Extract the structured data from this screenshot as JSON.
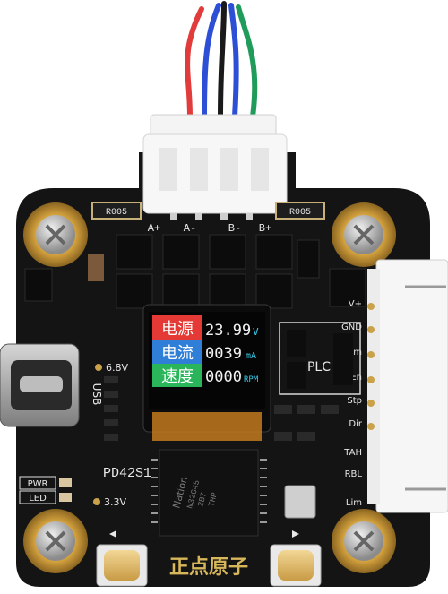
{
  "board": {
    "model": "PD42S1",
    "brand": "正点原子",
    "usb": "USB",
    "pwr": "PWR",
    "led": "LED",
    "v68": "6.8V",
    "v33": "3.3V",
    "plc": "PLC",
    "r_left": "R005",
    "r_right": "R005",
    "motor_pins": [
      "A+",
      "A-",
      "B-",
      "B+"
    ],
    "side_pins": [
      "V+",
      "GND",
      "Com",
      "En",
      "Stp",
      "Dir"
    ],
    "tah": "TAH",
    "rbl": "RBL",
    "lim": "Lim",
    "chip_brand": "Nation",
    "chip_lines": [
      "N32G45",
      "2B7",
      "THP"
    ]
  },
  "lcd": {
    "rows": [
      {
        "label": "电源",
        "value": "23.99",
        "unit": "V"
      },
      {
        "label": "电流",
        "value": "0039",
        "unit": "mA"
      },
      {
        "label": "速度",
        "value": "0000",
        "unit": "RPM"
      }
    ],
    "colors": {
      "row1": "#e53935",
      "row2": "#2f7fd8",
      "row3": "#2bb55a",
      "value": "#f2f2f2",
      "unit": "#35c9e8"
    }
  },
  "wire_colors": [
    "#e23b3b",
    "#2c4fd6",
    "#1a1a1a",
    "#1f9b5a"
  ],
  "pcb_color": "#141414"
}
